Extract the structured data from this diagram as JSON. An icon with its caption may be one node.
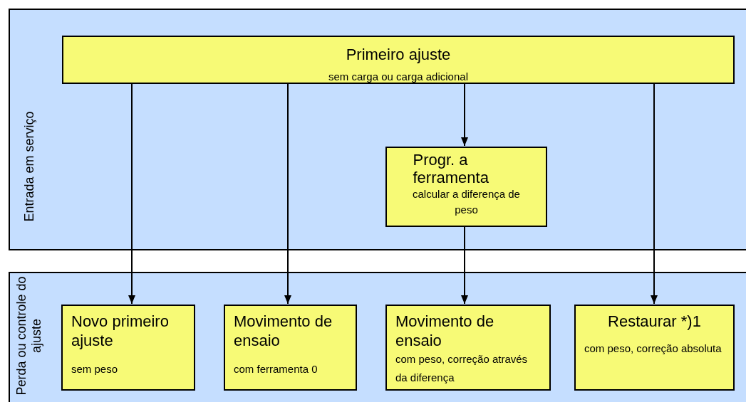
{
  "diagram": {
    "nodes": [
      {
        "text": [
          "Entrada em serviço"
        ]
      },
      {
        "text": [
          "Primeiro ajuste",
          "sem carga ou carga adicional"
        ],
        "in": 0
      },
      {
        "text": [
          "Progr. a ferramenta",
          "calcular a diferença de peso"
        ],
        "in": 0
      },
      {
        "text": [
          "Perda ou controle do ajuste"
        ]
      },
      {
        "text": [
          "Novo primeiro ajuste",
          "sem peso"
        ],
        "in": 3
      },
      {
        "text": [
          "Movimento de ensaio",
          "com ferramenta 0"
        ],
        "in": 3
      },
      {
        "text": [
          "Movimento de ensaio",
          "com peso, correção através da diferença"
        ],
        "in": 3
      },
      {
        "text": [
          "Restaurar *)1",
          "com peso, correção absoluta"
        ],
        "in": 3
      }
    ],
    "edges": [
      {
        "from": 1,
        "to": 4,
        "arrow": "to"
      },
      {
        "from": 1,
        "to": 5,
        "arrow": "to"
      },
      {
        "from": 1,
        "to": 2,
        "arrow": "to"
      },
      {
        "from": 2,
        "to": 6,
        "arrow": "to"
      },
      {
        "from": 1,
        "to": 7,
        "arrow": "to"
      }
    ]
  }
}
